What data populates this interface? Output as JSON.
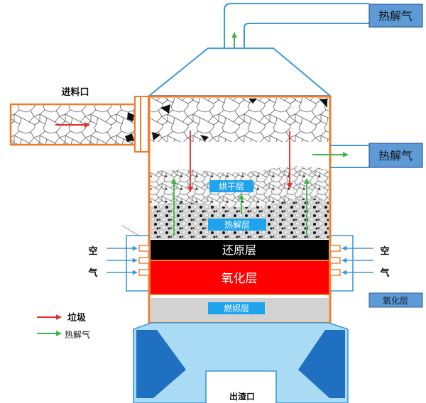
{
  "diagram": {
    "top_outlet_label": "热解气",
    "side_outlet_label": "热解气",
    "feed_port_label": "进料口",
    "slag_outlet_label": "出渣口",
    "oxidation_side_label": "氧化层",
    "layers": {
      "drying": "烘干层",
      "pyrolysis": "热解层",
      "reduction": "还原层",
      "oxidation": "氧化层",
      "burnout": "燃烬层"
    },
    "air_left": [
      "空",
      "气"
    ],
    "air_right": [
      "空",
      "气"
    ]
  },
  "legend": [
    {
      "label": "垃圾",
      "color": "#e52b2b",
      "icon": "red-arrow-icon"
    },
    {
      "label": "热解气",
      "color": "#3cb54a",
      "icon": "green-arrow-icon"
    }
  ],
  "colors": {
    "furnace_outline": "#f07c2b",
    "gas_pipe": "#3b99d8",
    "reduction_layer": "#000000",
    "oxidation_layer": "#ff0000",
    "burnout_layer": "#d2d2d2",
    "layer_label_bg": "#1ea3ec",
    "outlet_box": "#5e9ad6",
    "hopper_fill": "#a9dcf4",
    "hopper_wall": "#1f70c1"
  }
}
